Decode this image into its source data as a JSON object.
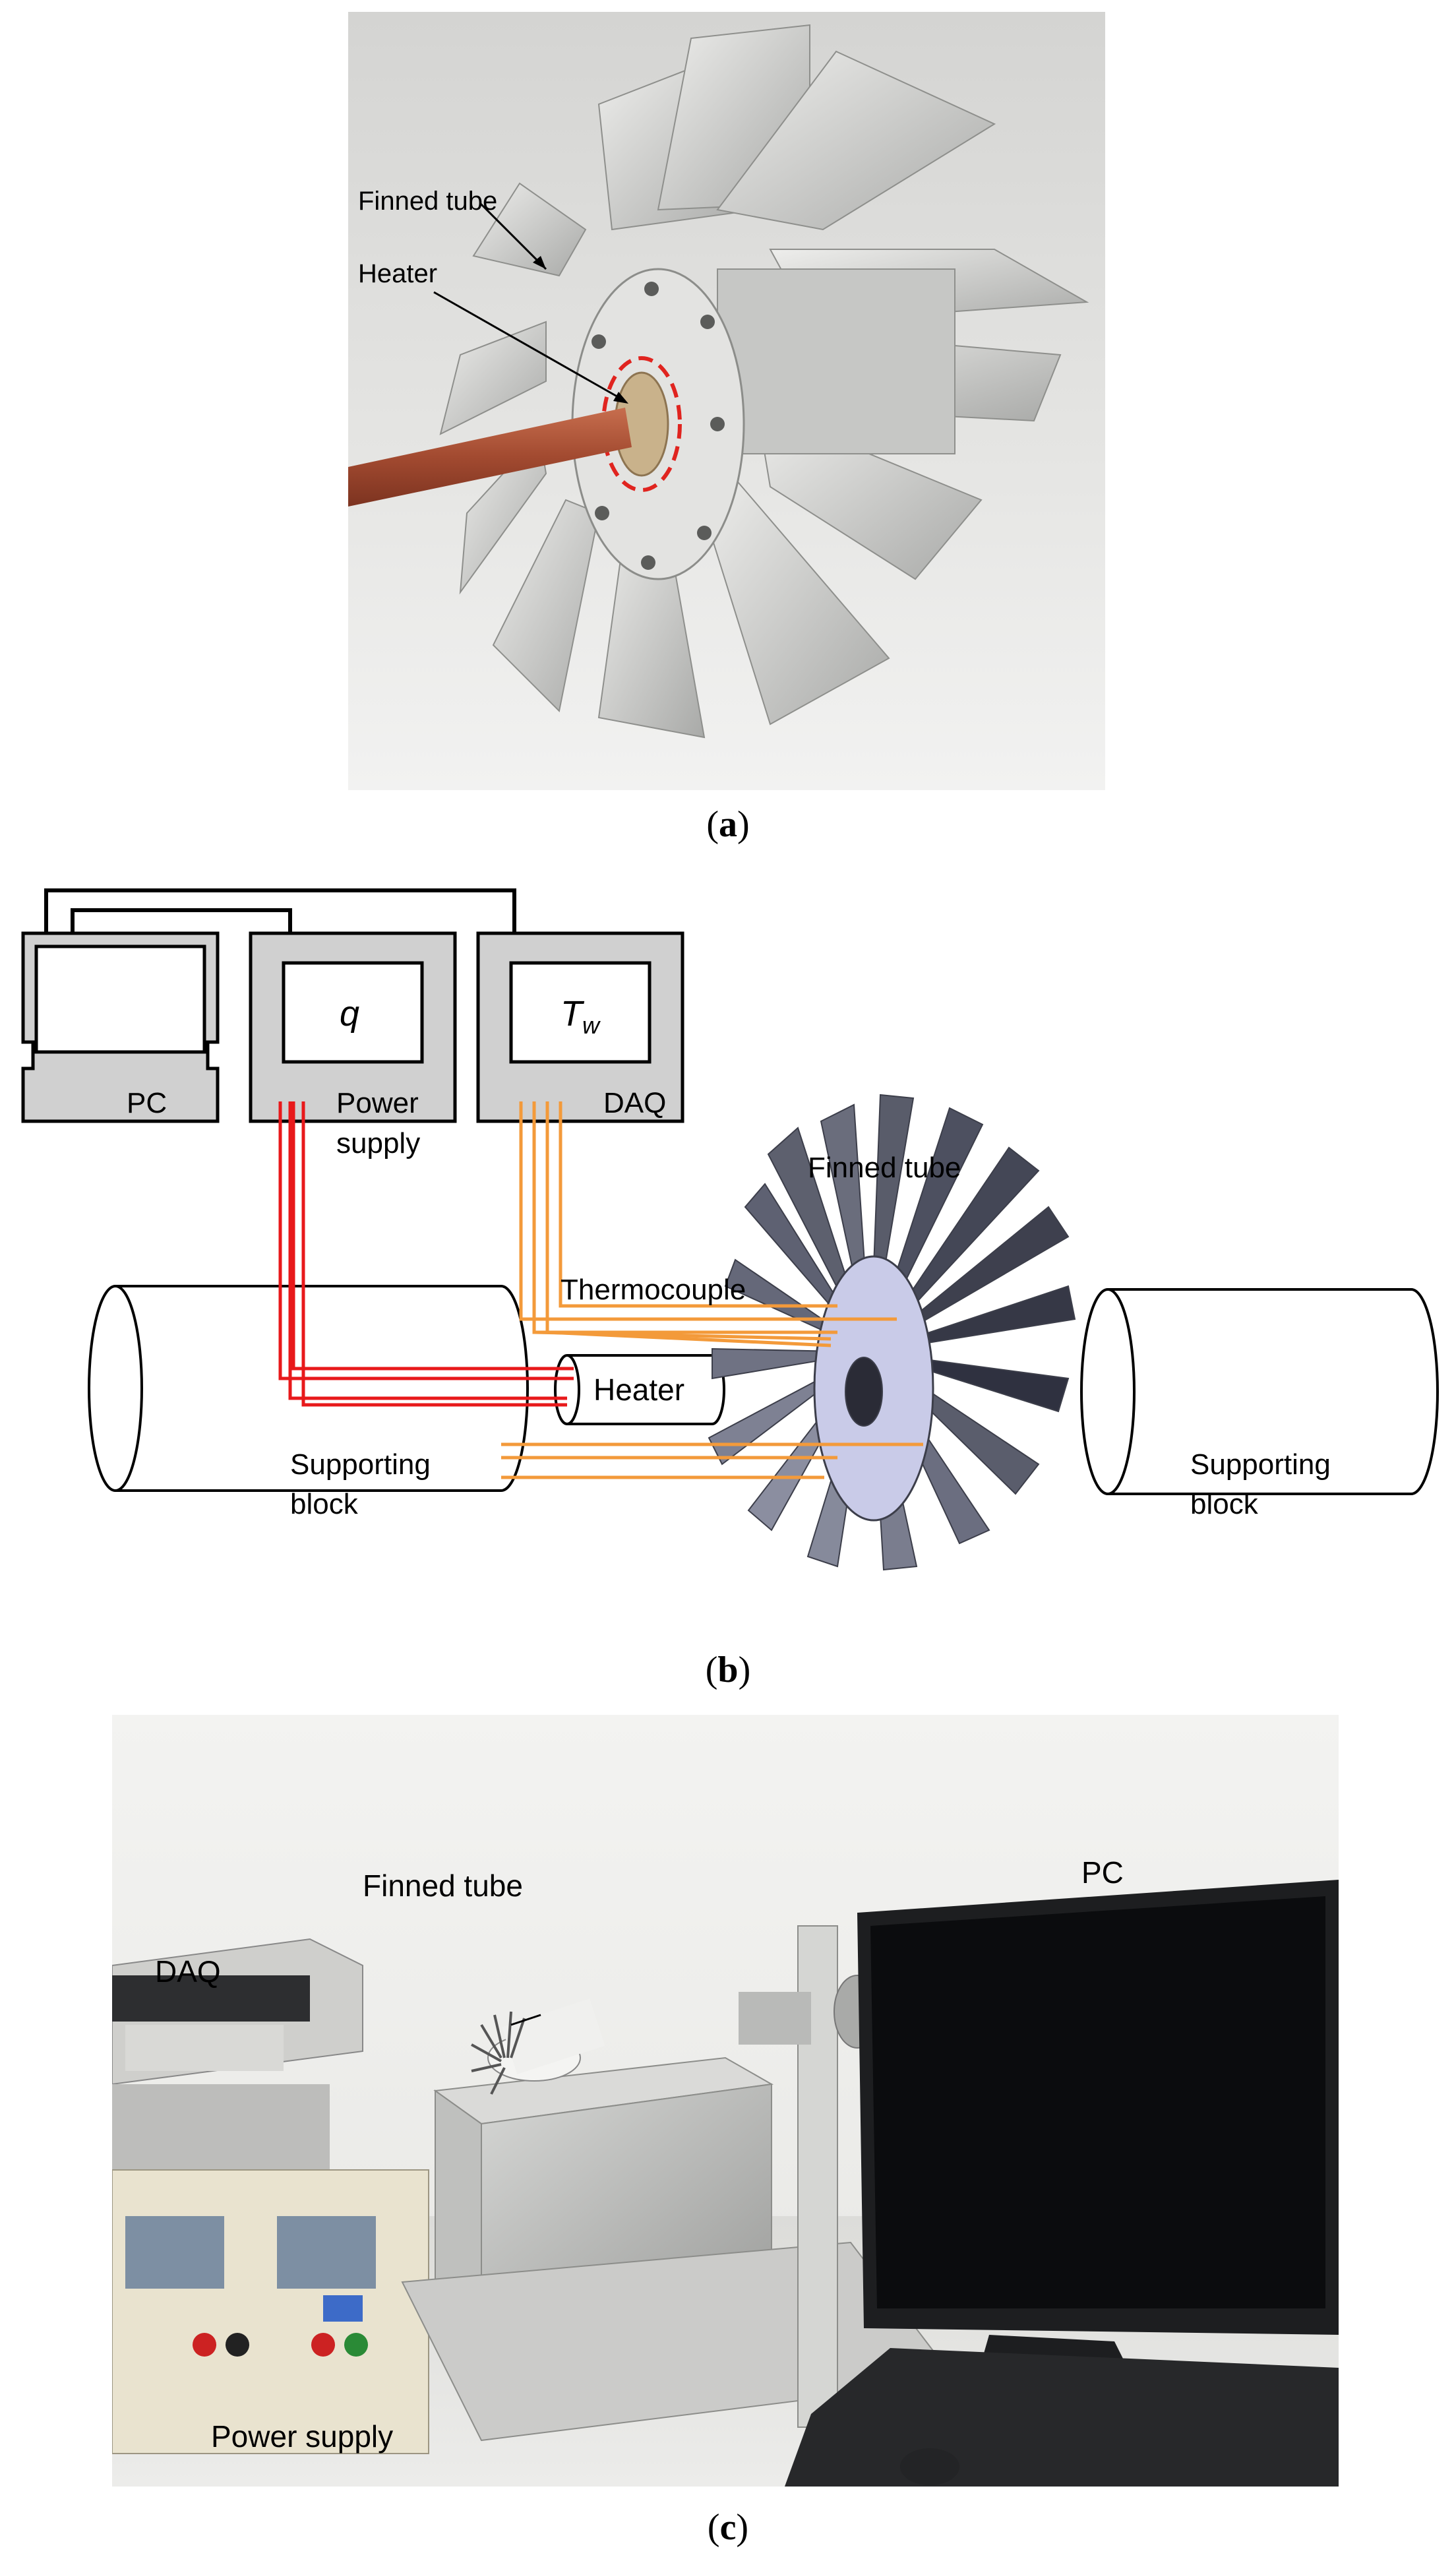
{
  "panel_a": {
    "labels": {
      "finned_tube": "Finned tube",
      "heater": "Heater"
    },
    "caption": "a"
  },
  "panel_b": {
    "labels": {
      "pc": "PC",
      "power_supply_1": "Power",
      "power_supply_2": "supply",
      "daq": "DAQ",
      "q": "q",
      "tw": "T",
      "tw_sub": "w",
      "finned_tube": "Finned tube",
      "thermocouple": "Thermocouple",
      "heater": "Heater",
      "supporting_block_left_1": "Supporting",
      "supporting_block_left_2": "block",
      "supporting_block_right_1": "Supporting",
      "supporting_block_right_2": "block"
    },
    "colors": {
      "power_wire": "#e8191b",
      "thermo_wire": "#f39a3a",
      "fin": "#7c7f90",
      "disk": "#c9cbe8"
    },
    "caption": "b"
  },
  "panel_c": {
    "labels": {
      "finned_tube": "Finned tube",
      "pc": "PC",
      "daq": "DAQ",
      "power_supply": "Power supply"
    },
    "caption": "c"
  }
}
